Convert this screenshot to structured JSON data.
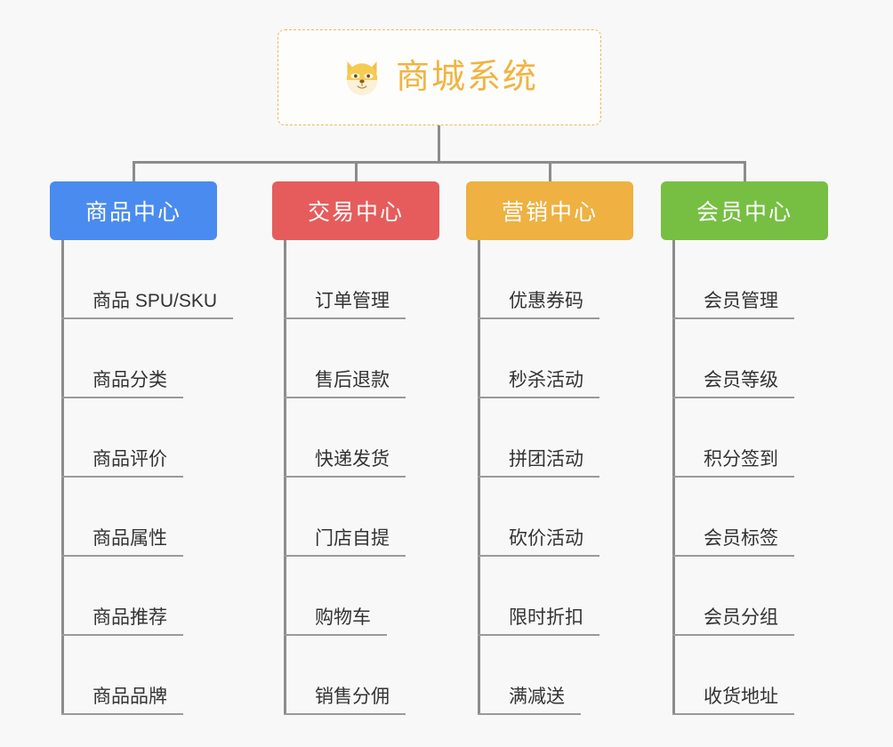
{
  "diagram": {
    "title": "商城系统",
    "root": {
      "label": "商城系统",
      "icon": "shiba-dog-icon",
      "border_color": "#e8b962",
      "text_color": "#f0b442",
      "background": "#fdfdfc"
    },
    "background_color": "#f8f8f8",
    "connector_color": "#8c8c8c",
    "leaf_text_color": "#333333",
    "leaf_rule_color": "#9a9a9a",
    "branches": [
      {
        "label": "商品中心",
        "color": "#4a8bf0",
        "items": [
          "商品 SPU/SKU",
          "商品分类",
          "商品评价",
          "商品属性",
          "商品推荐",
          "商品品牌"
        ]
      },
      {
        "label": "交易中心",
        "color": "#e65c5c",
        "items": [
          "订单管理",
          "售后退款",
          "快递发货",
          "门店自提",
          "购物车",
          "销售分佣"
        ]
      },
      {
        "label": "营销中心",
        "color": "#eeb142",
        "items": [
          "优惠券码",
          "秒杀活动",
          "拼团活动",
          "砍价活动",
          "限时折扣",
          "满减送"
        ]
      },
      {
        "label": "会员中心",
        "color": "#76bf43",
        "items": [
          "会员管理",
          "会员等级",
          "积分签到",
          "会员标签",
          "会员分组",
          "收货地址"
        ]
      }
    ]
  }
}
